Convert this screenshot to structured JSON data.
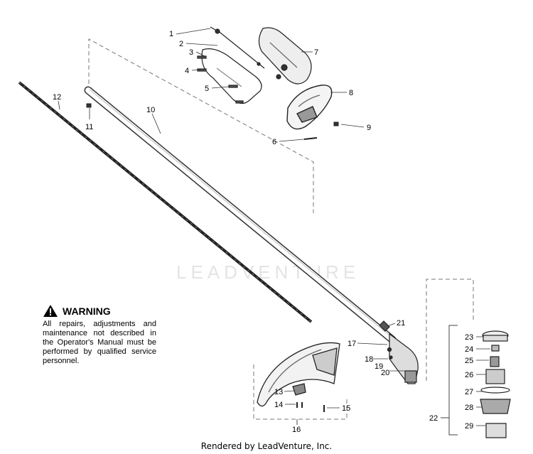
{
  "warning": {
    "title": "WARNING",
    "text": "All repairs, adjustments and maintenance not described in the Operator's Manual must be performed by qualified service personnel."
  },
  "watermark": "LEADVENTURE",
  "footer": "Rendered by LeadVenture, Inc.",
  "callouts": [
    "1",
    "2",
    "3",
    "4",
    "5",
    "6",
    "7",
    "8",
    "9",
    "10",
    "11",
    "12",
    "13",
    "14",
    "15",
    "16",
    "17",
    "18",
    "19",
    "20",
    "21",
    "22",
    "23",
    "24",
    "25",
    "26",
    "27",
    "28",
    "29"
  ]
}
